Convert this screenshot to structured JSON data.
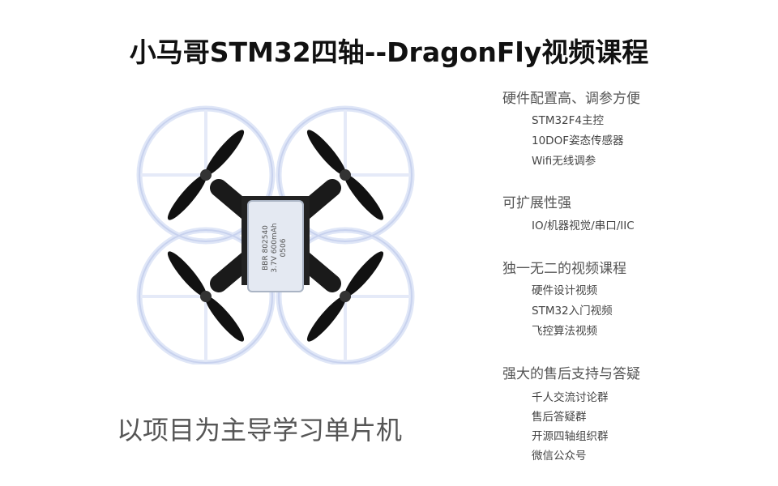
{
  "title": "小马哥STM32四轴--DragonFly视频课程",
  "slogan": "以项目为主导学习单片机",
  "battery_label": [
    "BBR 802540",
    "3.7V 600mAh",
    "0506"
  ],
  "features": [
    {
      "heading": "硬件配置高、调参方便",
      "items": [
        "STM32F4主控",
        "10DOF姿态传感器",
        "Wifi无线调参"
      ]
    },
    {
      "heading": "可扩展性强",
      "items": [
        "IO/机器视觉/串口/IIC"
      ]
    },
    {
      "heading": "独一无二的视频课程",
      "items": [
        "硬件设计视频",
        "STM32入门视频",
        "飞控算法视频"
      ]
    },
    {
      "heading": "强大的售后支持与答疑",
      "items": [
        "千人交流讨论群",
        "售后答疑群",
        "开源四轴组织群",
        "微信公众号"
      ]
    }
  ]
}
